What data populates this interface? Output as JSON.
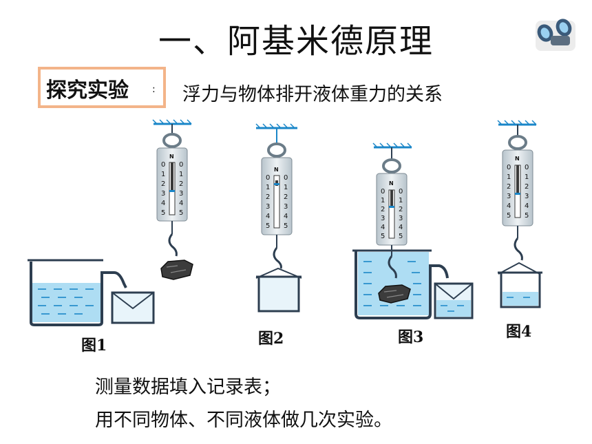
{
  "title": "一、阿基米德原理",
  "inquiry": {
    "label": "探究实验",
    "colon": ":"
  },
  "subtitle": "浮力与物体排开液体重力的关系",
  "figures": [
    {
      "label": "图1"
    },
    {
      "label": "图2"
    },
    {
      "label": "图3"
    },
    {
      "label": "图4"
    }
  ],
  "scale": {
    "unit": "N",
    "ticks": [
      "0",
      "1",
      "2",
      "3",
      "4",
      "5"
    ]
  },
  "notes": [
    "测量数据填入记录表；",
    "用不同物体、不同液体做几次实验。"
  ],
  "colors": {
    "water": "#aeddf3",
    "dash": "#1a86c8",
    "frame": "#f3b489",
    "scale_body": "#cfd8dc"
  }
}
